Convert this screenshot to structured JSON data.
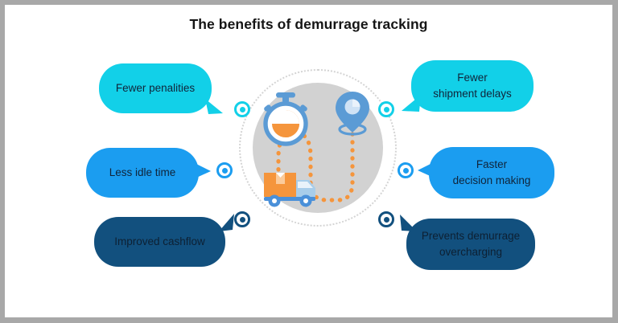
{
  "title": "The benefits of demurrage tracking",
  "theme": {
    "cyan": "#12d0e8",
    "blue": "#1b9df0",
    "navy": "#12507e",
    "orange": "#f5953c",
    "icon_blue": "#5b9bd5",
    "disc_gray": "#d2d2d2",
    "ring_gray": "#d4d4d4",
    "frame_gray": "#a8a8a8",
    "text_dark": "#10243a"
  },
  "benefits": [
    {
      "id": "fewer-penalities",
      "lines": [
        "Fewer penalities"
      ],
      "side": "left",
      "color": "#12d0e8"
    },
    {
      "id": "less-idle-time",
      "lines": [
        "Less idle time"
      ],
      "side": "left",
      "color": "#1b9df0"
    },
    {
      "id": "improved-cashflow",
      "lines": [
        "Improved cashflow"
      ],
      "side": "left",
      "color": "#12507e"
    },
    {
      "id": "fewer-shipment-delays",
      "lines": [
        "Fewer",
        "shipment delays"
      ],
      "side": "right",
      "color": "#12d0e8"
    },
    {
      "id": "faster-decision-making",
      "lines": [
        "Faster",
        "decision making"
      ],
      "side": "right",
      "color": "#1b9df0"
    },
    {
      "id": "prevents-demurrage-overcharging",
      "lines": [
        "Prevents demurrage",
        "overcharging"
      ],
      "side": "right",
      "color": "#12507e"
    }
  ],
  "center_icons": [
    {
      "name": "stopwatch-icon",
      "label": "stopwatch"
    },
    {
      "name": "map-pin-icon",
      "label": "map pin"
    },
    {
      "name": "delivery-truck-icon",
      "label": "delivery truck"
    },
    {
      "name": "dotted-route-path",
      "label": "dotted route"
    }
  ]
}
